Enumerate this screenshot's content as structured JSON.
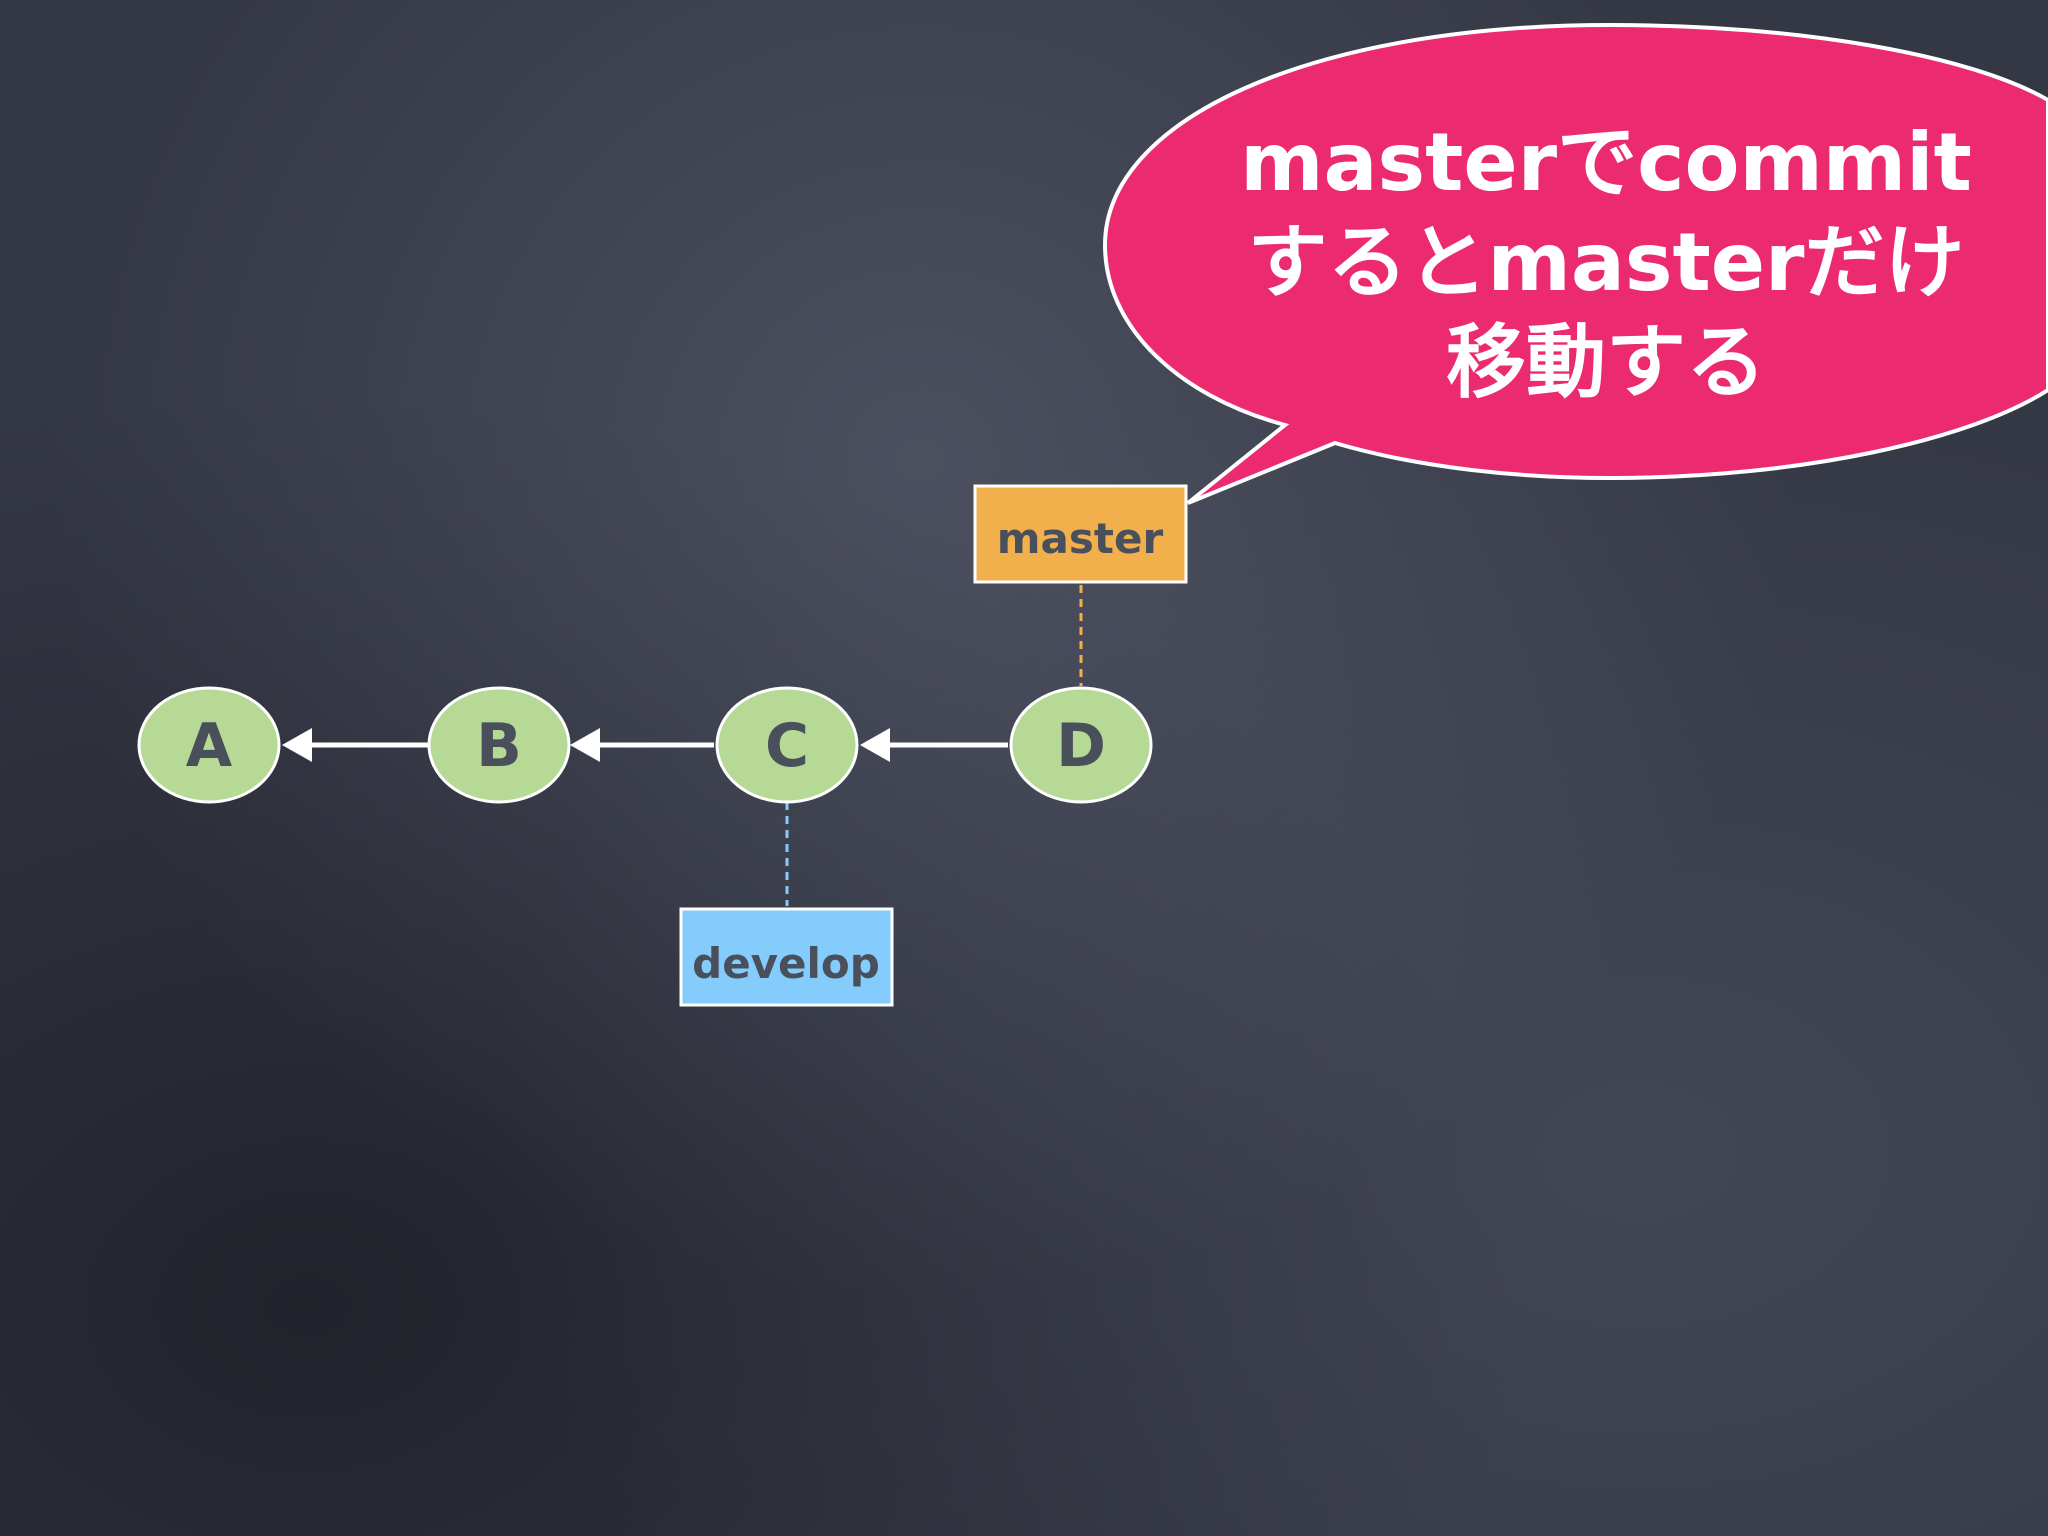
{
  "nodes": [
    {
      "id": "A",
      "label": "A"
    },
    {
      "id": "B",
      "label": "B"
    },
    {
      "id": "C",
      "label": "C"
    },
    {
      "id": "D",
      "label": "D"
    }
  ],
  "branches": {
    "master": {
      "label": "master",
      "points_to": "D",
      "color": "#f1b04c"
    },
    "develop": {
      "label": "develop",
      "points_to": "C",
      "color": "#84ccfb"
    }
  },
  "callout": {
    "line1": "masterでcommit",
    "line2": "するとmasterだけ",
    "line3": "移動する",
    "color": "#eb2a6f"
  },
  "colors": {
    "background": "#343744",
    "node_fill": "#b6d996",
    "edge": "#ffffff"
  }
}
